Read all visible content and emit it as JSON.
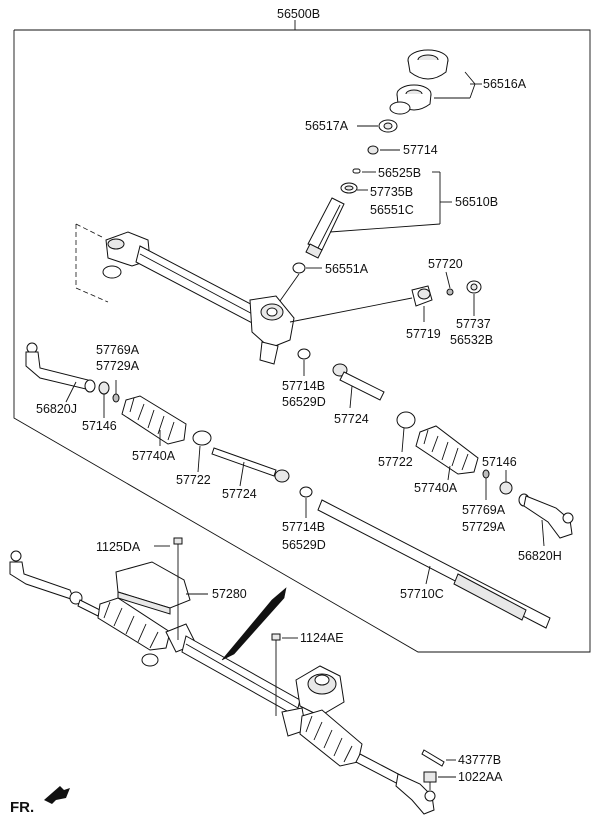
{
  "labels": {
    "assembly": "56500B",
    "p56516A": "56516A",
    "p56517A": "56517A",
    "p57714": "57714",
    "p56525B": "56525B",
    "p57735B": "57735B",
    "p56551C": "56551C",
    "p56510B": "56510B",
    "p56551A": "56551A",
    "p57720": "57720",
    "p57719": "57719",
    "p57737": "57737",
    "p56532B": "56532B",
    "p57769A_l": "57769A",
    "p57729A_l": "57729A",
    "p56820J": "56820J",
    "p57146_l": "57146",
    "p57740A_l": "57740A",
    "p57714B_u": "57714B",
    "p56529D_u": "56529D",
    "p57724_u": "57724",
    "p57722_r": "57722",
    "p57722_l": "57722",
    "p57724_l": "57724",
    "p57740A_r": "57740A",
    "p57146_r": "57146",
    "p57769A_r": "57769A",
    "p57729A_r": "57729A",
    "p57714B_l": "57714B",
    "p56529D_l": "56529D",
    "p56820H": "56820H",
    "p1125DA": "1125DA",
    "p57280": "57280",
    "p57710C": "57710C",
    "p1124AE": "1124AE",
    "p43777B": "43777B",
    "p1022AA": "1022AA",
    "front": "FR."
  }
}
